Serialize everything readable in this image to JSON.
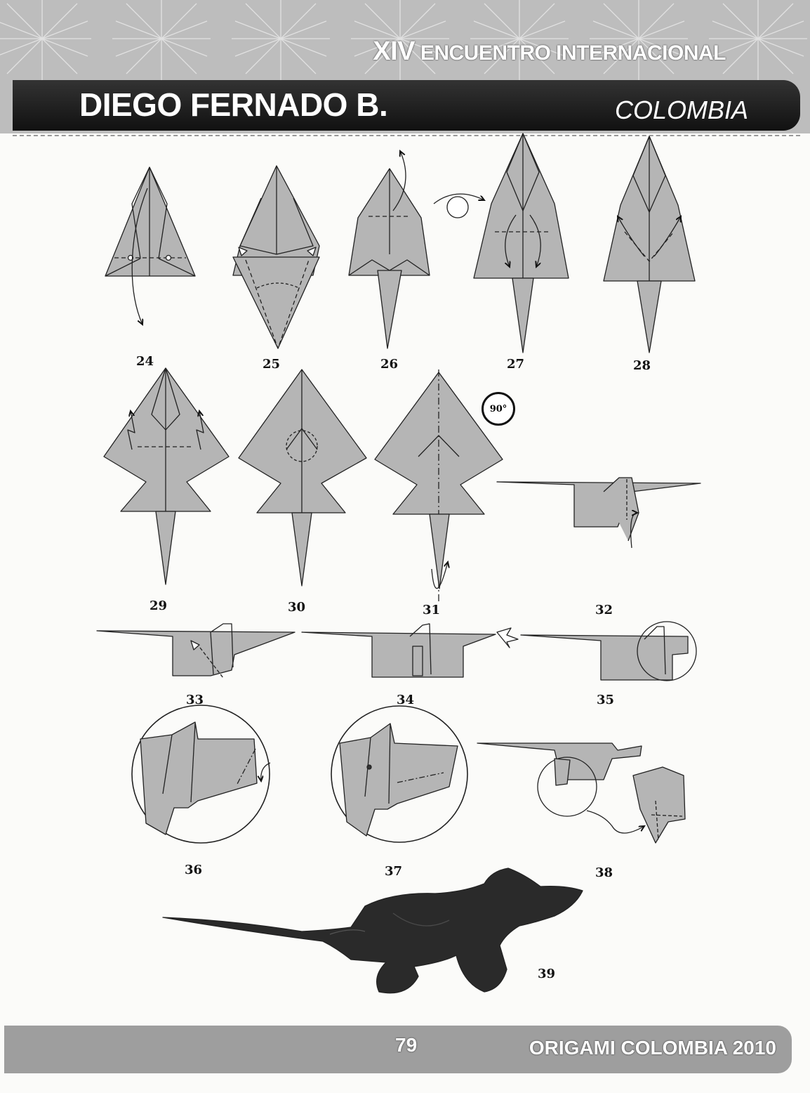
{
  "header": {
    "event_prefix": "XIV",
    "event_rest": "ENCUENTRO INTERNACIONAL",
    "author": "DIEGO FERNADO B.",
    "country": "COLOMBIA"
  },
  "steps": [
    "24",
    "25",
    "26",
    "27",
    "28",
    "29",
    "30",
    "31",
    "32",
    "33",
    "34",
    "35",
    "36",
    "37",
    "38",
    "39"
  ],
  "rotation_label": "90°",
  "footer": {
    "page_number": "79",
    "publication": "ORIGAMI COLOMBIA 2010"
  },
  "colors": {
    "paper_gray": "#b5b5b5",
    "header_bar": "#1e1e1e",
    "footer_bar": "#9e9e9e",
    "model_dark": "#2a2a2a"
  }
}
